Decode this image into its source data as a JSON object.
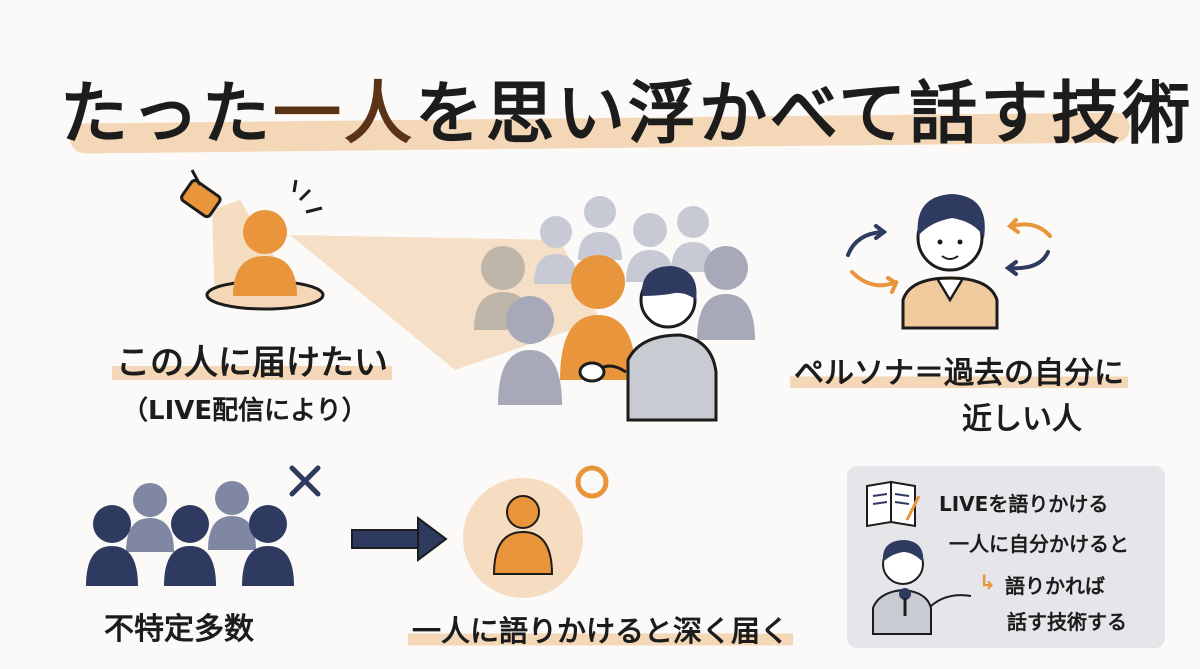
{
  "title": {
    "part1": "たった",
    "accent": "一人",
    "part2": "を思い浮かべて話す技術"
  },
  "spotlight": {
    "label": "この人に届けたい",
    "sublabel": "（LIVE配信により）"
  },
  "persona": {
    "line1": "ペルソナ＝過去の自分に",
    "line2": "近しい人"
  },
  "crowd": {
    "label": "不特定多数",
    "mark": "×"
  },
  "single": {
    "label": "一人に語りかけると深く届く",
    "mark": "○"
  },
  "panel": {
    "line1": "LIVEを語りかける",
    "line2": "一人に自分かけると",
    "arrow": "↳",
    "line3": "語りかれば",
    "line4": "話す技術する"
  },
  "colors": {
    "orange": "#e8953c",
    "navy": "#2e3a5f",
    "gray": "#9a9cad",
    "beige": "#f3d7b7"
  }
}
